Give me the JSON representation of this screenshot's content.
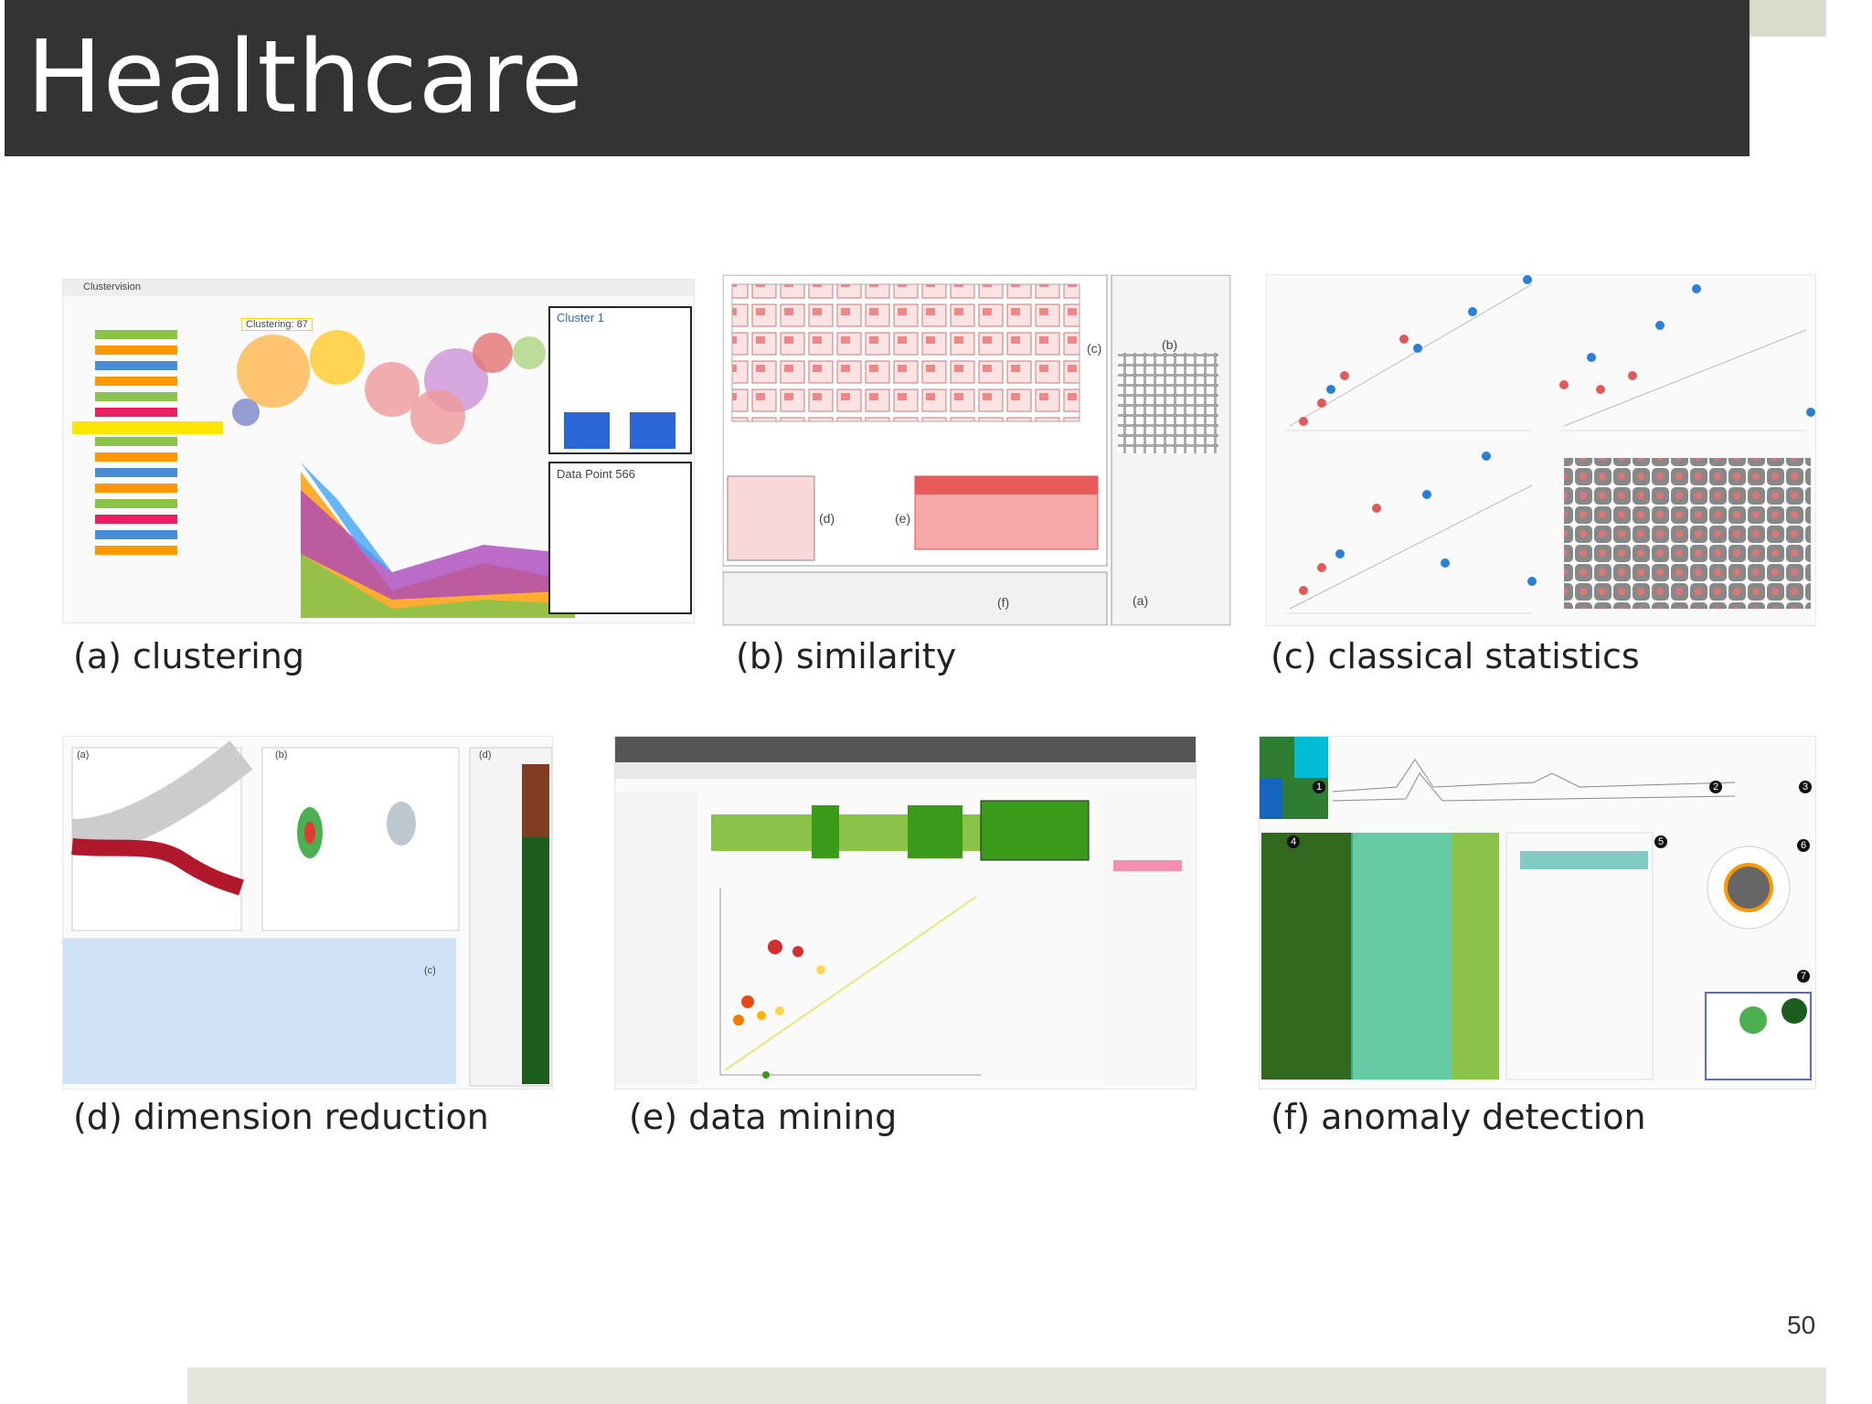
{
  "slide": {
    "title": "Healthcare",
    "page_number": "50"
  },
  "figures": [
    {
      "id": "a",
      "caption": "(a) clustering"
    },
    {
      "id": "b",
      "caption": "(b) similarity"
    },
    {
      "id": "c",
      "caption": "(c) classical statistics"
    },
    {
      "id": "d",
      "caption": "(d) dimension reduction"
    },
    {
      "id": "e",
      "caption": "(e) data mining"
    },
    {
      "id": "f",
      "caption": "(f) anomaly detection"
    }
  ],
  "panel_text": {
    "a_app": "Clustervision",
    "a_cluster_label": "Clustering: 87",
    "a_cluster_box": "Cluster 1",
    "a_data_point": "Data Point 566",
    "b_label_b": "(b)",
    "b_label_c": "(c)",
    "b_label_d": "(d)",
    "b_label_e": "(e)",
    "b_label_f": "(f)",
    "b_label_a": "(a)",
    "d_label_a": "(a)",
    "d_label_b": "(b)",
    "d_label_c": "(c)",
    "d_label_d": "(d)",
    "f_markers": [
      "1",
      "2",
      "3",
      "4",
      "5",
      "6",
      "7"
    ]
  },
  "colors": {
    "title_bar": "#333333",
    "accent_red": "#e05a5a",
    "accent_blue": "#2b7fd6",
    "accent_green": "#3a9b1a"
  }
}
